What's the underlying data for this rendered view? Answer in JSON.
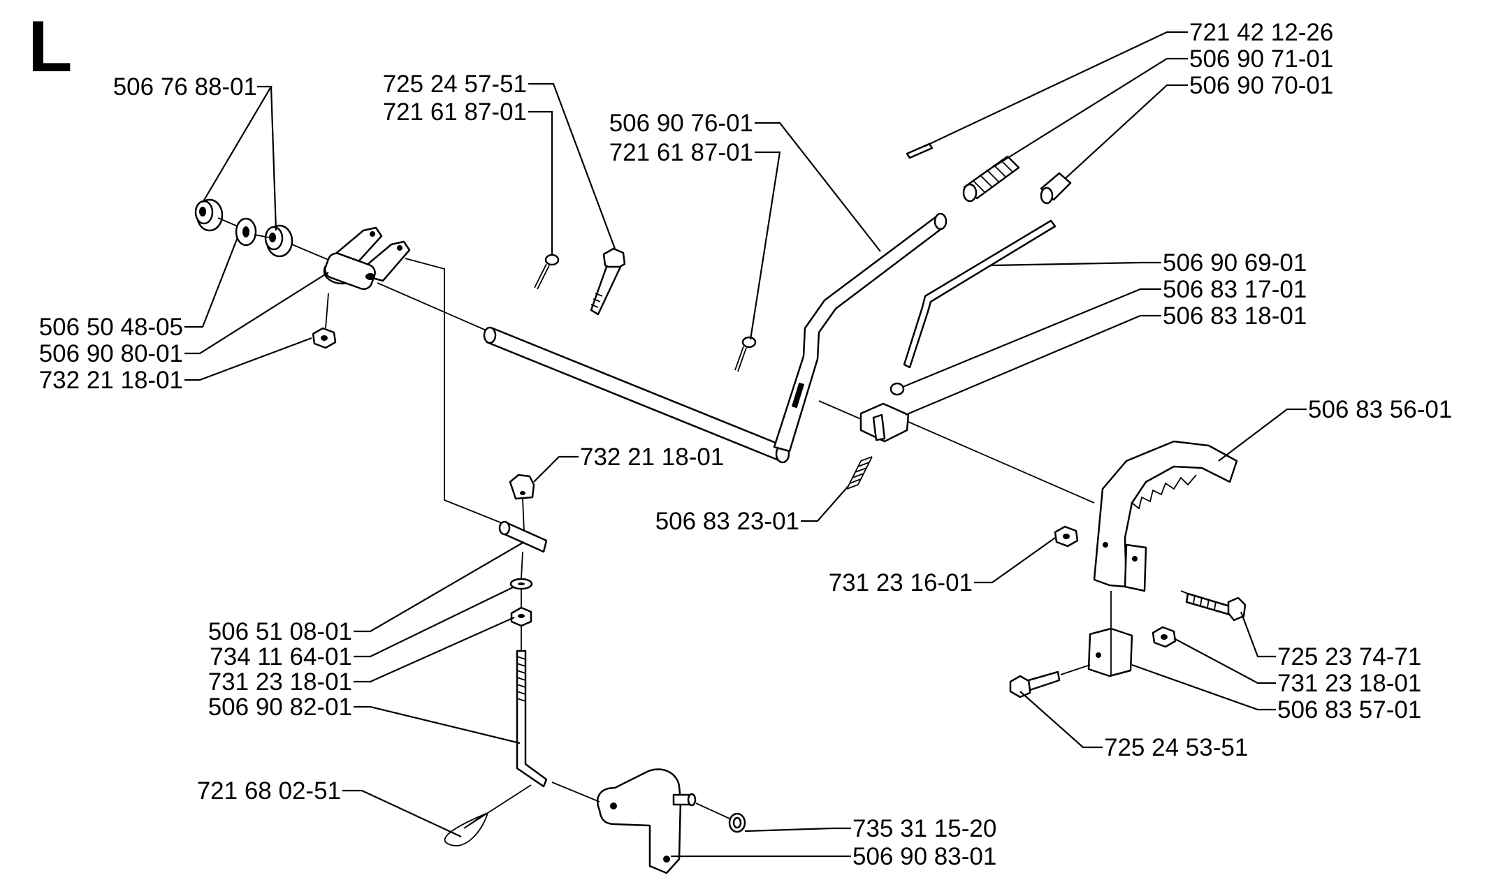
{
  "section_letter": "L",
  "labels": [
    "506 76 88-01",
    "506 50 48-05",
    "506 90 80-01",
    "732 21 18-01",
    "725 24 57-51",
    "721 61 87-01",
    "506 90 76-01",
    "721 61 87-01",
    "721 42 12-26",
    "506 90 71-01",
    "506 90 70-01",
    "506 90 69-01",
    "506 83 17-01",
    "506 83 18-01",
    "506 83 56-01",
    "732 21 18-01",
    "506 83 23-01",
    "731 23 16-01",
    "506 51 08-01",
    "734 11 64-01",
    "731 23 18-01",
    "506 90 82-01",
    "721 68 02-51",
    "735 31 15-20",
    "506 90 83-01",
    "725 23 74-71",
    "731 23 18-01",
    "506 83 57-01",
    "725 24 53-51"
  ]
}
